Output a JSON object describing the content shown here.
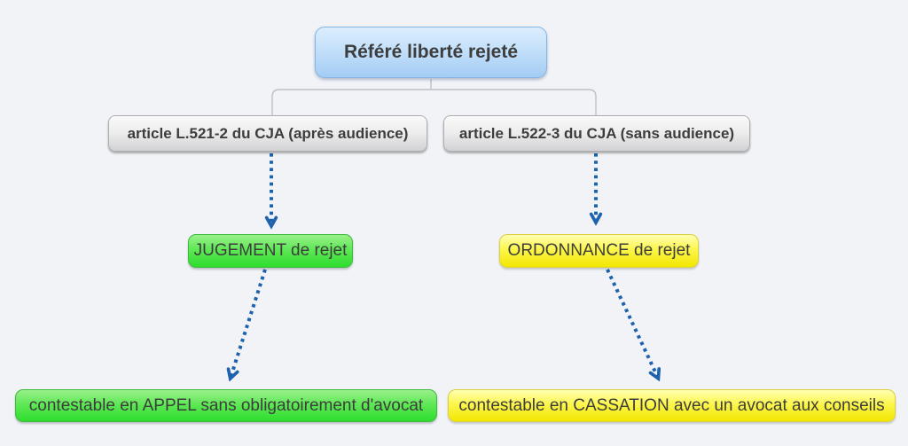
{
  "diagram": {
    "root": {
      "label": "Référé liberté rejeté"
    },
    "branches": [
      {
        "id": "l521-2",
        "label": "article L.521-2 du CJA (après audience)"
      },
      {
        "id": "l522-3",
        "label": "article L.522-3 du CJA (sans audience)"
      }
    ],
    "outcomes": [
      {
        "id": "jugement",
        "label": "JUGEMENT de rejet"
      },
      {
        "id": "ordonnance",
        "label": "ORDONNANCE de rejet"
      }
    ],
    "remedies": [
      {
        "id": "appel",
        "label": "contestable en APPEL sans obligatoirement d'avocat"
      },
      {
        "id": "cassation",
        "label": "contestable en CASSATION avec un avocat aux conseils"
      }
    ],
    "colors": {
      "background": "#f1f3f7",
      "root_fill_top": "#dceefd",
      "root_fill_bottom": "#a4ccf4",
      "branch_fill_top": "#fafafa",
      "branch_fill_bottom": "#d2d2d4",
      "green_fill_top": "#9af08a",
      "green_fill_bottom": "#2edd2e",
      "yellow_fill_top": "#ffffb2",
      "yellow_fill_bottom": "#f2e700",
      "arrow_blue": "#1e62ae",
      "connector_gray": "#bcc0c9",
      "text": "#3d3d3d"
    }
  }
}
